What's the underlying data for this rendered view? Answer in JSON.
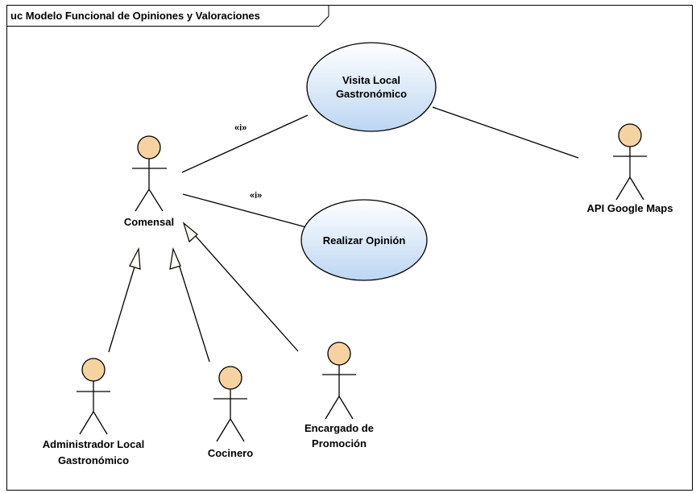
{
  "frame": {
    "title": "uc Modelo Funcional de Opiniones y Valoraciones"
  },
  "actors": {
    "comensal": "Comensal",
    "api": "API Google Maps",
    "admin_line1": "Administrador Local",
    "admin_line2": "Gastronómico",
    "cocinero": "Cocinero",
    "encargado_line1": "Encargado de",
    "encargado_line2": "Promoción"
  },
  "use_cases": {
    "visita_line1": "Visita Local",
    "visita_line2": "Gastronómico",
    "opinion": "Realizar Opinión"
  },
  "stereotypes": {
    "include1": "«i»",
    "include2": "«i»"
  },
  "colors": {
    "actor_head": "#f6d2a1",
    "usecase_fill_top": "#ffffff",
    "usecase_fill_bottom": "#bcd6f2"
  }
}
